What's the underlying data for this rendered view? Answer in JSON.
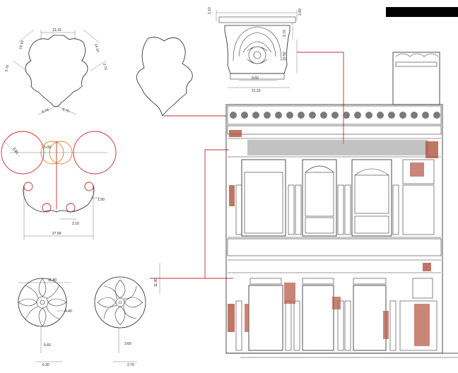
{
  "colors": {
    "line": "#222222",
    "red_guide": "#c8282d",
    "orange_guide": "#d4872a",
    "brick": "#b2533e",
    "shade": "#9a9a9a",
    "black_bar": "#000000"
  },
  "dimensions": {
    "bracket_top_width": "13.10",
    "bracket_left_upper": "14.10",
    "bracket_right_upper": "14.10",
    "bracket_left_side": "3.70",
    "bracket_right_side": "3.70",
    "bracket_bottom_left": "6.70",
    "bracket_bottom_right": "6.70",
    "circle_radius": "9.80",
    "circle_center_offset": "5.00",
    "small_drop": "1.90",
    "small_bottom": "2.10",
    "overall_width": "27.50",
    "cap_top_small": "1.10",
    "cap_top_right": "2.60",
    "cap_side_a": "9.70",
    "cap_side_b": "10.50",
    "cap_inner": "9.60",
    "cap_base": "21.10",
    "rosette_width": "11.80",
    "rosette_side": "4.40",
    "rosette_left_drop": "5.60",
    "rosette_left_base": "6.30",
    "rosette_right_drop": "3.60",
    "rosette_right_base": "2.70",
    "rosette_height": "11.30"
  }
}
